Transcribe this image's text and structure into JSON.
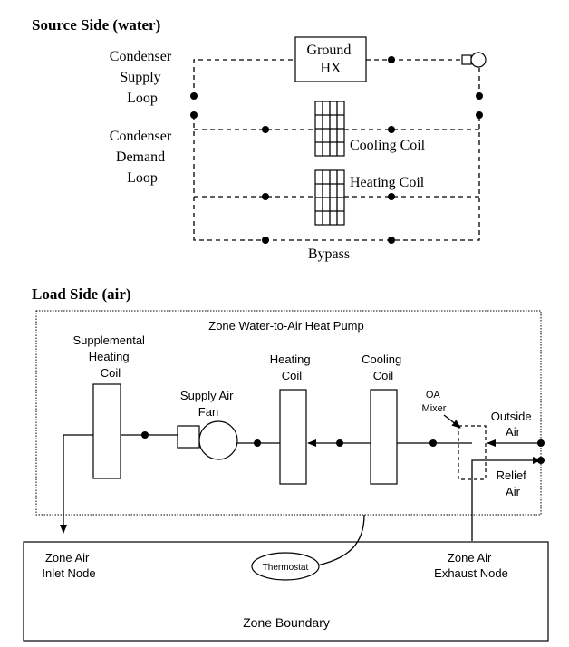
{
  "source_side": {
    "heading": "Source Side (water)",
    "condenser_supply_loop": [
      "Condenser",
      "Supply",
      "Loop"
    ],
    "condenser_demand_loop": [
      "Condenser",
      "Demand",
      "Loop"
    ],
    "ground_hx": [
      "Ground",
      "HX"
    ],
    "cooling_coil": "Cooling Coil",
    "heating_coil": "Heating Coil",
    "bypass": "Bypass"
  },
  "load_side": {
    "heading": "Load Side (air)",
    "heat_pump_title": "Zone Water-to-Air Heat Pump",
    "supplemental_heating_coil": [
      "Supplemental",
      "Heating",
      "Coil"
    ],
    "supply_air_fan": [
      "Supply Air",
      "Fan"
    ],
    "heating_coil": [
      "Heating",
      "Coil"
    ],
    "cooling_coil": [
      "Cooling",
      "Coil"
    ],
    "oa_mixer": [
      "OA",
      "Mixer"
    ],
    "outside_air": [
      "Outside",
      "Air"
    ],
    "relief_air": [
      "Relief",
      "Air"
    ],
    "zone_air_inlet_node": [
      "Zone Air",
      "Inlet Node"
    ],
    "zone_air_exhaust_node": [
      "Zone Air",
      "Exhaust Node"
    ],
    "thermostat": "Thermostat",
    "zone_boundary": "Zone Boundary"
  }
}
